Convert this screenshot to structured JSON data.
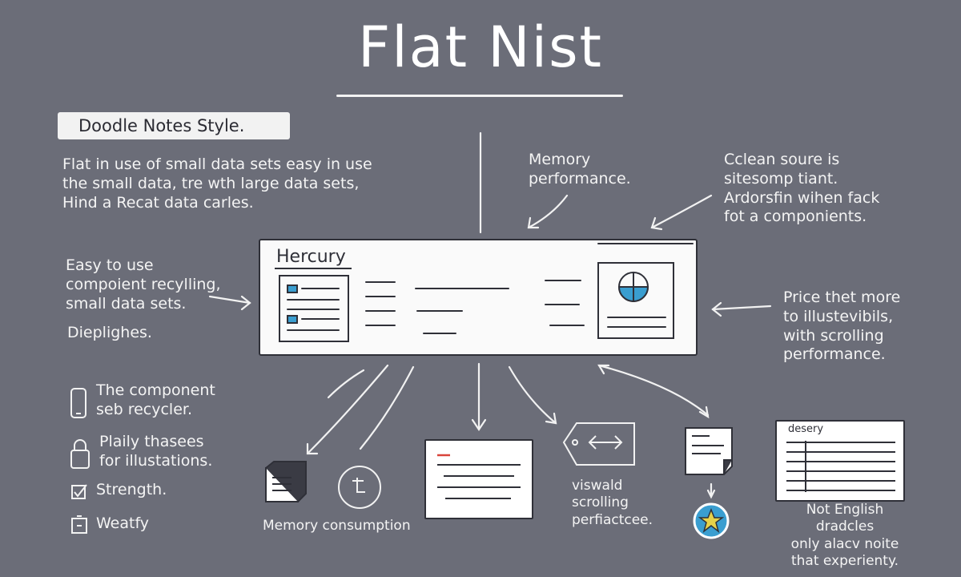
{
  "title": "Flat Nist",
  "badge": "Doodle Notes Style.",
  "intro": "Flat in use of small data sets easy in use\nthe small data, tre wth large data sets,\nHind a Recat data carles.",
  "memory_perf": "Memory\nperformance.",
  "clean_source": "Cclean soure is\nsitesomp tiant.\nArdorsfin wihen fack\nfot a componients.",
  "easy_to_use": "Easy to use\ncompoient recylling,\nsmall data sets.",
  "dieplighes": "Dieplighes.",
  "price": "Price thet more\nto illustevibils,\nwith scrolling\nperformance.",
  "panel_title": "Hercury",
  "legend": [
    {
      "icon": "phone-icon",
      "text": "The component\nseb recycler."
    },
    {
      "icon": "lock-icon",
      "text": "Plaily thasees\nfor illustations."
    },
    {
      "icon": "checkbox-icon",
      "text": "Strength."
    },
    {
      "icon": "battery-icon",
      "text": "Weatfy"
    }
  ],
  "memory_consumption": "Memory consumption",
  "viswald": "viswald\nscrolling\nperfiactcee.",
  "card_label": "desery",
  "not_english": "Not English dradcles\nonly alacv noite\nthat experienty.",
  "colors": {
    "background": "#6b6d78",
    "accent_blue": "#3a9ed0",
    "accent_red": "#d9443a",
    "ink": "#2f3038"
  }
}
